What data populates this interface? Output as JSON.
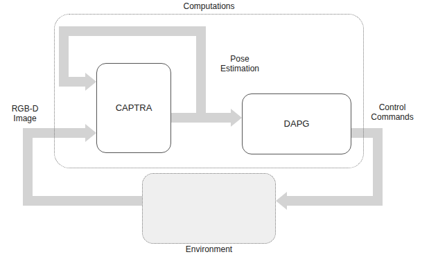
{
  "diagram": {
    "nodes": [
      {
        "text": [
          "Computations"
        ]
      },
      {
        "text": [
          "CAPTRA"
        ],
        "in": 0
      },
      {
        "text": [
          "DAPG"
        ],
        "in": 0
      },
      {
        "text": [
          "Environment"
        ]
      }
    ],
    "edges": [
      {
        "from": 1,
        "to": 2,
        "arrow": "to",
        "label": "Pose Estimation"
      },
      {
        "from": 1,
        "to": 1,
        "arrow": "to"
      },
      {
        "from": 2,
        "to": 3,
        "arrow": "to",
        "label": "Control Commands"
      },
      {
        "from": 3,
        "to": 1,
        "arrow": "to",
        "label": "RGB-D Image"
      }
    ]
  }
}
